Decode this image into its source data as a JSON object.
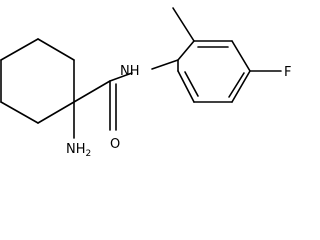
{
  "molecule": {
    "labels": {
      "amine_N": "NH",
      "amine_sub": "2",
      "amide_N": "NH",
      "oxygen": "O",
      "fluorine": "F"
    }
  }
}
